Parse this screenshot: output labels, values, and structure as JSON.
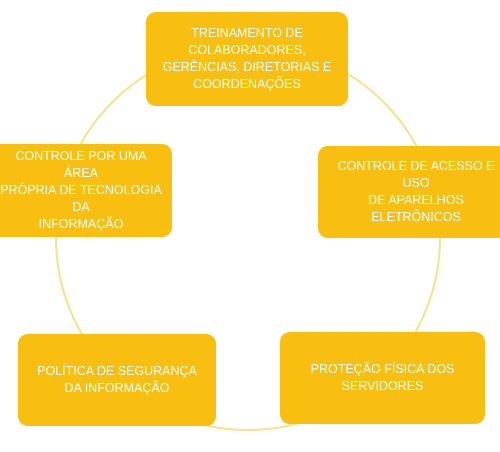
{
  "diagram": {
    "colors": {
      "box_fill": "#f8bf10",
      "box_text": "#ffffff",
      "ring": "#f9e08a"
    },
    "nodes": [
      {
        "id": "top",
        "text": "TREINAMENTO  DE\nCOLABORADORES,\nGERÊNCIAS,  DIRETORIAS E\nCOORDENAÇÕES"
      },
      {
        "id": "right",
        "text": "CONTROLE  DE ACESSO E USO\nDE APARELHOS  ELETRÔNICOS"
      },
      {
        "id": "bottom-right",
        "text": "PROTEÇÃO  FÍSICA DOS\nSERVIDORES"
      },
      {
        "id": "bottom-left",
        "text": "POLÍTICA DE SEGURANÇA\nDA INFORMAÇÃO"
      },
      {
        "id": "left",
        "text": "CONTROLE  POR UMA  ÁREA\nPRÓPRIA DE TECNOLOGIA  DA\nINFORMAÇÃO"
      }
    ]
  }
}
